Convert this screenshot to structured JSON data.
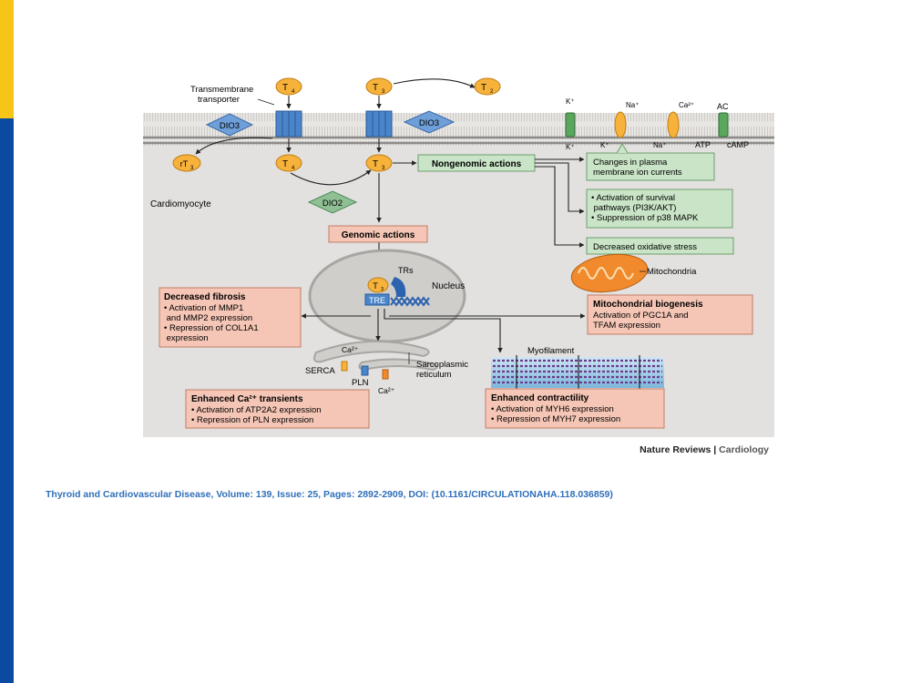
{
  "caption": "Thyroid and Cardiovascular Disease, Volume: 139, Issue: 25, Pages: 2892-2909, DOI: (10.1161/CIRCULATIONAHA.118.036859)",
  "colors": {
    "accent_yellow": "#f5c518",
    "accent_blue": "#0a4aa0",
    "caption_blue": "#2f6fba",
    "hormone_orange": "#f7b23b",
    "green_box": "#c9e4c6",
    "pink_box": "#f5c6b6",
    "dio_blue": "#6f9fd8"
  },
  "diagram": {
    "hormones": {
      "t4_out": "T",
      "t4_out_sub": "4",
      "t3_out": "T",
      "t3_out_sub": "3",
      "t2": "T",
      "t2_sub": "2",
      "rt3": "rT",
      "rt3_sub": "3",
      "t4_in": "T",
      "t4_in_sub": "4",
      "t3_in": "T",
      "t3_in_sub": "3",
      "t3_nuc": "T",
      "t3_nuc_sub": "3"
    },
    "transmembrane_transporter": [
      "Transmembrane",
      "transporter"
    ],
    "dio3_left": "DIO3",
    "dio3_right": "DIO3",
    "dio2": "DIO2",
    "cardiomyocyte": "Cardiomyocyte",
    "nongenomic": "Nongenomic actions",
    "genomic": "Genomic actions",
    "channels": {
      "k_top": "K⁺",
      "k_bottom": "K⁺",
      "na_top": "Na⁺",
      "k_mid": "K⁺",
      "ca_top": "Ca²⁺",
      "na_bottom": "Na⁺",
      "ac": "AC",
      "atp": "ATP",
      "camp": "cAMP"
    },
    "ion_box": [
      "Changes in plasma",
      "membrane ion currents"
    ],
    "survival_box": [
      "• Activation of survival",
      "   pathways (PI3K/AKT)",
      "• Suppression of p38 MAPK"
    ],
    "oxidative_box": "Decreased oxidative stress",
    "mitochondria": "Mitochondria",
    "trs": "TRs",
    "nucleus": "Nucleus",
    "tre": "TRE",
    "fibrosis": {
      "title": "Decreased fibrosis",
      "l1": "• Activation of MMP1",
      "l2": "  and MMP2 expression",
      "l3": "• Repression of COL1A1",
      "l4": "  expression"
    },
    "mito_bio": {
      "title": "Mitochondrial biogenesis",
      "l1": "Activation of PGC1A and",
      "l2": "TFAM expression"
    },
    "sr": {
      "ca_top": "Ca²⁺",
      "serca": "SERCA",
      "pln": "PLN",
      "ca_bottom": "Ca²⁺",
      "label1": "Sarcoplasmic",
      "label2": "reticulum"
    },
    "myofilament": "Myofilament",
    "calcium_box": {
      "title": "Enhanced Ca²⁺ transients",
      "l1": "• Activation of ATP2A2 expression",
      "l2": "• Repression of PLN expression"
    },
    "contractility_box": {
      "title": "Enhanced contractility",
      "l1": "• Activation of MYH6 expression",
      "l2": "• Repression of MYH7 expression"
    },
    "brand": {
      "main": "Nature Reviews",
      "sep": " | ",
      "sub": "Cardiology"
    }
  }
}
